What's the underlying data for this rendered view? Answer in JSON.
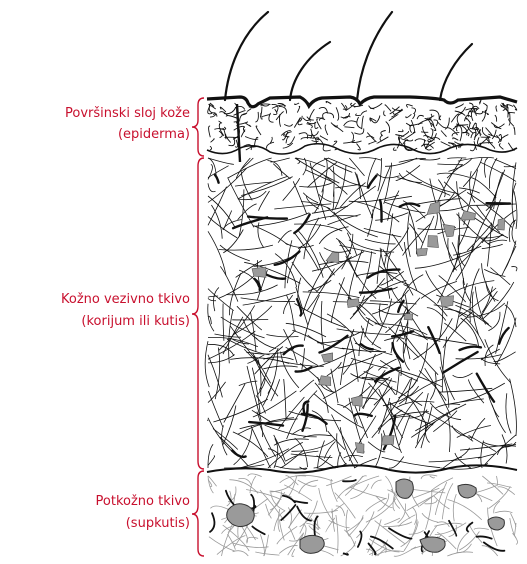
{
  "colors": {
    "label": "#c8102e",
    "ink": "#111111",
    "grey": "#9a9a9a",
    "background": "#ffffff"
  },
  "layers": [
    {
      "id": "epidermis",
      "lines": [
        "Površinski sloj kože",
        "(epiderma)"
      ]
    },
    {
      "id": "dermis",
      "lines": [
        "Kožno vezivno tkivo",
        "(korijum ili kutis)"
      ]
    },
    {
      "id": "subcutis",
      "lines": [
        "Potkožno tkivo",
        "(supkutis)"
      ]
    }
  ]
}
